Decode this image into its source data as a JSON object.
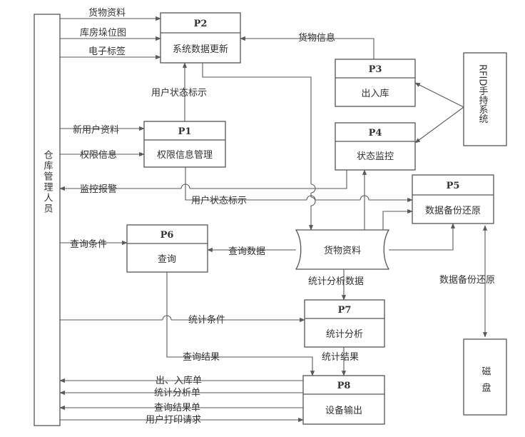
{
  "external_entities": {
    "warehouse_staff": "仓库管理人员",
    "rfid_system": "RFID手持系统",
    "disk": "磁盘"
  },
  "processes": {
    "p1": {
      "id": "P1",
      "name": "权限信息管理"
    },
    "p2": {
      "id": "P2",
      "name": "系统数据更新"
    },
    "p3": {
      "id": "P3",
      "name": "出入库"
    },
    "p4": {
      "id": "P4",
      "name": "状态监控"
    },
    "p5": {
      "id": "P5",
      "name": "数据备份还原"
    },
    "p6": {
      "id": "P6",
      "name": "查询"
    },
    "p7": {
      "id": "P7",
      "name": "统计分析"
    },
    "p8": {
      "id": "P8",
      "name": "设备输出"
    }
  },
  "data_store": {
    "goods": "货物资料"
  },
  "flows": {
    "goods_data": "货物资料",
    "location_map": "库房垛位图",
    "e_tag": "电子标签",
    "goods_info": "货物信息",
    "user_status_1": "用户状态标示",
    "new_user": "新用户资料",
    "permission": "权限信息",
    "monitor_alarm": "监控报警",
    "user_status_2": "用户状态标示",
    "query_cond": "查询条件",
    "query_data": "查询数据",
    "stats_data": "统计分析数据",
    "backup_restore": "数据备份还原",
    "stats_cond": "统计条件",
    "query_result": "查询结果",
    "stats_result": "统计结果",
    "io_sheet": "出、入库单",
    "stats_sheet": "统计分析单",
    "result_sheet": "查询结果单",
    "print_request": "用户打印请求"
  }
}
